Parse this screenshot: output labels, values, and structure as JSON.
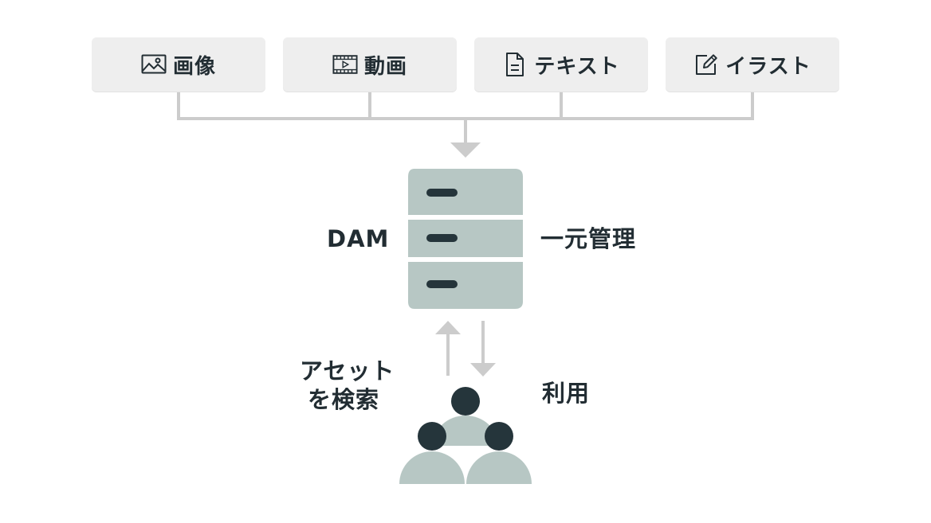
{
  "assets": [
    {
      "label": "画像",
      "icon": "image-icon"
    },
    {
      "label": "動画",
      "icon": "video-icon"
    },
    {
      "label": "テキスト",
      "icon": "document-icon"
    },
    {
      "label": "イラスト",
      "icon": "edit-icon"
    }
  ],
  "dam": {
    "left_label": "DAM",
    "right_label": "一元管理"
  },
  "users": {
    "search_label_line1": "アセット",
    "search_label_line2": "を検索",
    "use_label": "利用"
  },
  "colors": {
    "box_bg": "#eeeeee",
    "text": "#222d33",
    "connector": "#cccccc",
    "server_body": "#b7c7c4",
    "server_slot": "#25353b",
    "person_head": "#25353b",
    "person_body": "#b7c7c4"
  }
}
